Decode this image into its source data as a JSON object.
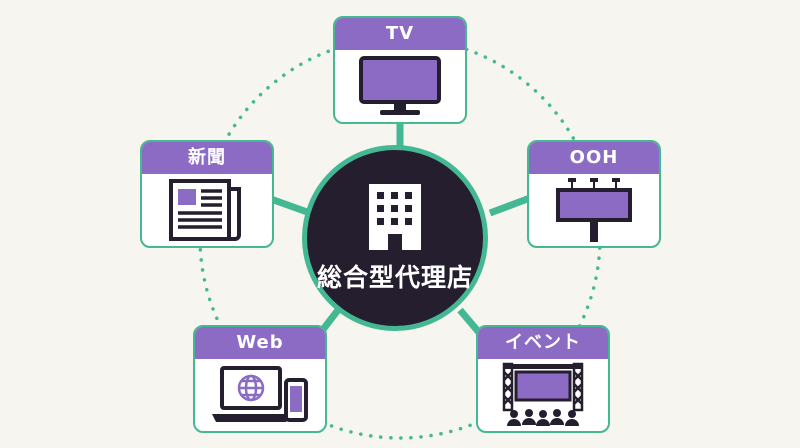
{
  "center": {
    "label": "総合型代理店",
    "icon": "office-building-icon"
  },
  "media": [
    {
      "id": "tv",
      "label": "TV",
      "icon": "television-icon"
    },
    {
      "id": "ooh",
      "label": "OOH",
      "icon": "billboard-icon"
    },
    {
      "id": "event",
      "label": "イベント",
      "icon": "event-stage-icon"
    },
    {
      "id": "web",
      "label": "Web",
      "icon": "laptop-smartphone-icon"
    },
    {
      "id": "newspaper",
      "label": "新聞",
      "icon": "newspaper-icon"
    }
  ],
  "colors": {
    "background": "#f6f5f0",
    "accent_green": "#43b892",
    "header_purple": "#8b6bc4",
    "center_dark": "#241e2e",
    "icon_dark": "#241e2e",
    "icon_fill_purple": "#8b6bc4"
  }
}
